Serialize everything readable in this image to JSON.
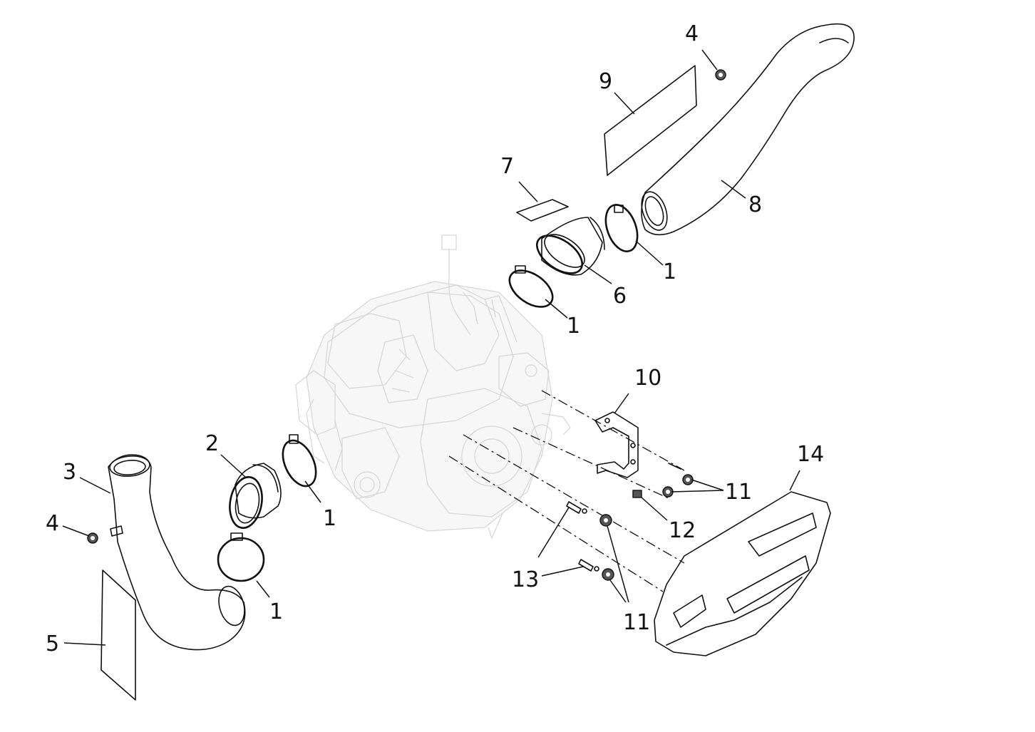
{
  "diagram": {
    "callouts": [
      {
        "id": "c4-top",
        "label": "4"
      },
      {
        "id": "c9",
        "label": "9"
      },
      {
        "id": "c7",
        "label": "7"
      },
      {
        "id": "c8",
        "label": "8"
      },
      {
        "id": "c1-upper-right",
        "label": "1"
      },
      {
        "id": "c6",
        "label": "6"
      },
      {
        "id": "c1-upper-left",
        "label": "1"
      },
      {
        "id": "c10",
        "label": "10"
      },
      {
        "id": "c14",
        "label": "14"
      },
      {
        "id": "c11-upper",
        "label": "11"
      },
      {
        "id": "c12",
        "label": "12"
      },
      {
        "id": "c13",
        "label": "13"
      },
      {
        "id": "c11-lower",
        "label": "11"
      },
      {
        "id": "c2",
        "label": "2"
      },
      {
        "id": "c3",
        "label": "3"
      },
      {
        "id": "c4-left",
        "label": "4"
      },
      {
        "id": "c1-mid",
        "label": "1"
      },
      {
        "id": "c1-lower",
        "label": "1"
      },
      {
        "id": "c5",
        "label": "5"
      }
    ]
  }
}
